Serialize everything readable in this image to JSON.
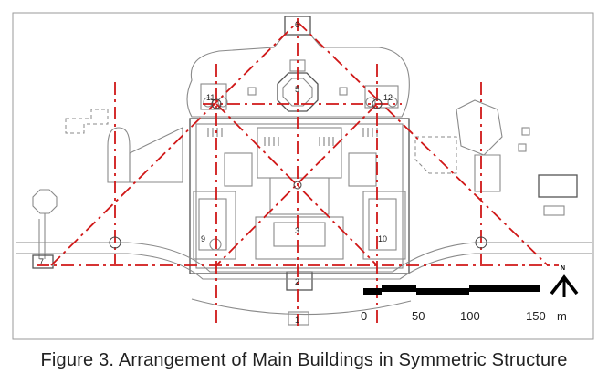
{
  "caption": "Figure 3. Arrangement of Main Buildings in Symmetric Structure",
  "building_labels": [
    "1",
    "2",
    "3",
    "5",
    "6",
    "7",
    "9",
    "10",
    "11",
    "12"
  ],
  "scale_bar": {
    "ticks": [
      "0",
      "50",
      "100",
      "150"
    ],
    "unit": "m"
  },
  "north_label": "N",
  "colors": {
    "axis_lines": "#d01818",
    "plan_lines": "#8a8a8a",
    "scale_bar": "#000000"
  }
}
